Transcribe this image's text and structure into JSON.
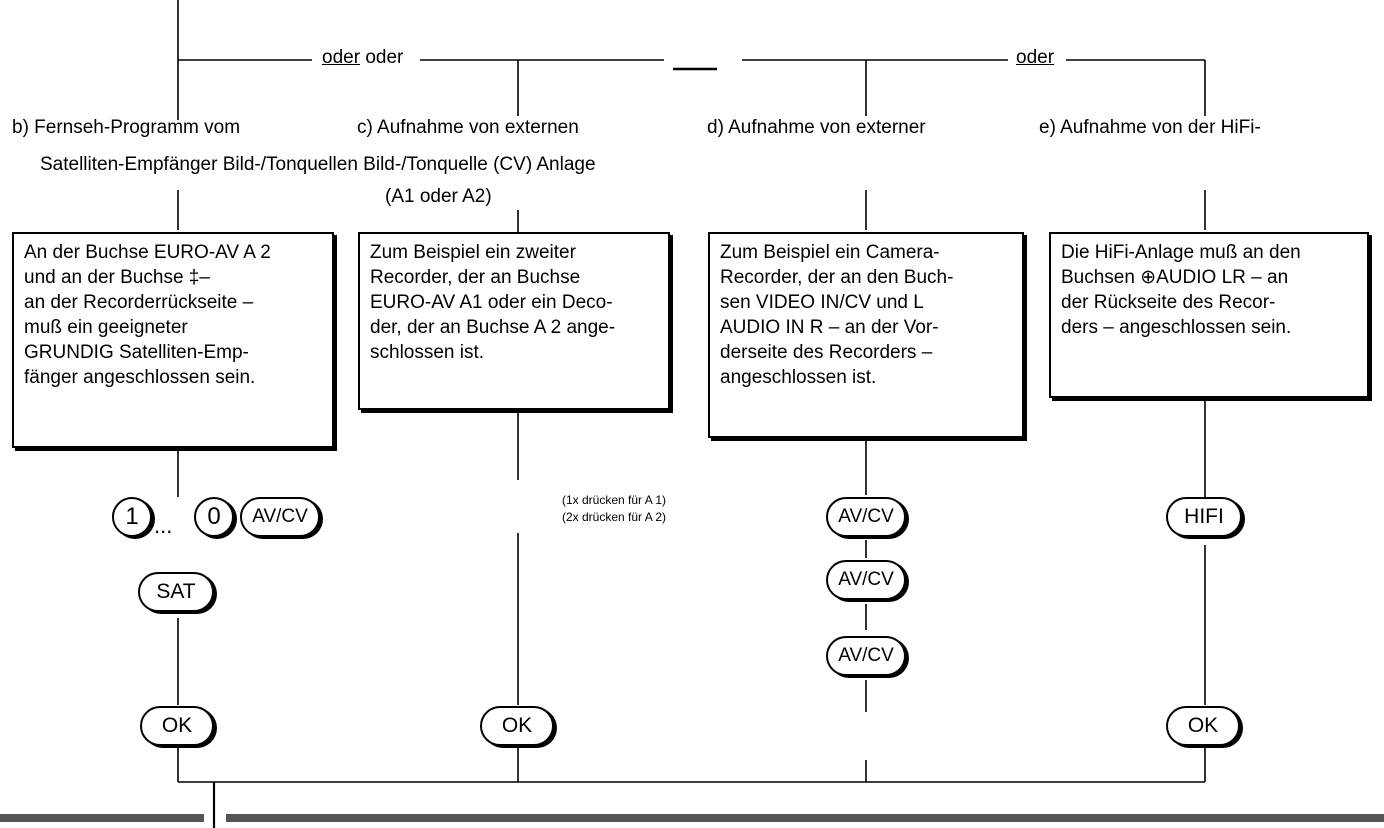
{
  "header": {
    "label_oder_1": "oder",
    "label_oder_2": "oder",
    "label_oder_3": "oder"
  },
  "branches": {
    "b": {
      "title_1": "b) Fernseh-Programm vom",
      "box_lines": [
        "An der Buchse EURO-AV A 2",
        "und an der Buchse ‡–",
        "an der Recorderrückseite –",
        "muß ein geeigneter",
        "GRUNDIG Satelliten-Emp-",
        "fänger angeschlossen sein."
      ],
      "key_1": "1",
      "key_dots": "...",
      "key_0": "0",
      "key_avcv": "AV/CV",
      "key_sat": "SAT",
      "key_ok": "OK"
    },
    "c": {
      "title_1": "c) Aufnahme von externen",
      "title_3": "(A1 oder A2)",
      "box_lines": [
        "Zum Beispiel ein zweiter",
        "Recorder, der an Buchse",
        "EURO-AV A1 oder ein Deco-",
        "der, der an Buchse A 2 ange-",
        "schlossen ist."
      ],
      "note_1": "(1x drücken für A 1)",
      "note_2": "(2x drücken für A 2)",
      "key_ok": "OK"
    },
    "d": {
      "title_1": "d)  Aufnahme von externer",
      "box_lines": [
        "Zum Beispiel ein Camera-",
        "Recorder, der an den Buch-",
        "sen VIDEO IN/CV und L",
        "AUDIO IN R – an der Vor-",
        "derseite des Recorders –",
        "angeschlossen ist."
      ],
      "key_avcv_1": "AV/CV",
      "key_avcv_2": "AV/CV",
      "key_avcv_3": "AV/CV"
    },
    "e": {
      "title_1": "e) Aufnahme von der HiFi-",
      "box_lines": [
        "Die HiFi-Anlage muß an den",
        "Buchsen ⊕AUDIO LR – an",
        "der Rückseite des Recor-",
        "ders – angeschlossen sein."
      ],
      "key_hifi": "HIFI",
      "key_ok": "OK"
    },
    "combined_line_2": "Satelliten-Empfänger Bild-/Tonquellen Bild-/Tonquelle (CV) Anlage"
  }
}
